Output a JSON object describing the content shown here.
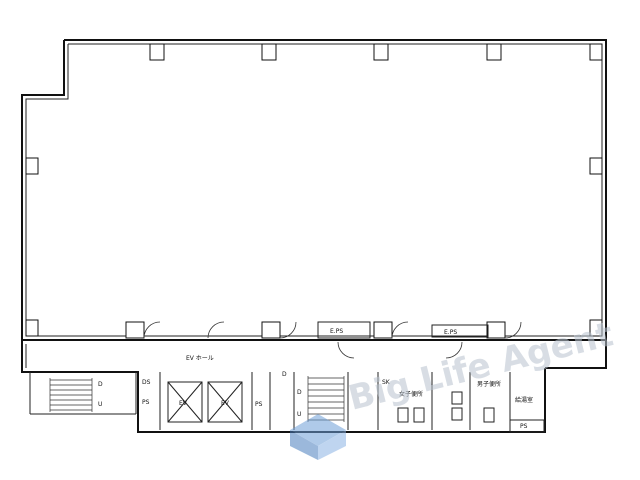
{
  "labels": {
    "eps_top": "E.PS",
    "eps_right": "E.PS",
    "ev_hall": "EV ホール",
    "ds": "DS",
    "ps_1": "PS",
    "ps_2": "PS",
    "ps_3": "PS",
    "ev_1": "EV",
    "ev_2": "EV",
    "sk": "SK",
    "wc_women": "女子便所",
    "wc_men": "男子便所",
    "kyuto": "給湯室",
    "up_1": "U",
    "up_2": "U",
    "down_1": "D",
    "down_2": "D",
    "down_3": "D"
  },
  "watermark": {
    "text": "Big Life Agent"
  },
  "colors": {
    "ink": "#111111",
    "watermark": "#b9c3cf",
    "logo_blue": "#6f9fd8"
  }
}
